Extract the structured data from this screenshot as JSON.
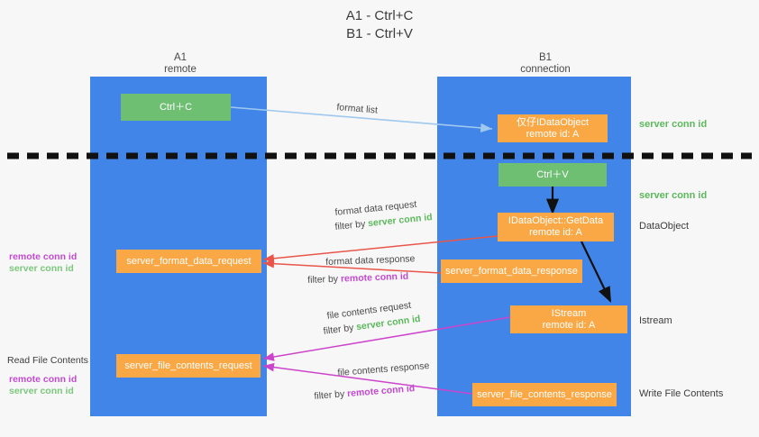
{
  "title": {
    "line1": "A1 - Ctrl+C",
    "line2": "B1 - Ctrl+V"
  },
  "lanes": [
    {
      "id": "a1",
      "name": "A1",
      "sub": "remote",
      "color": "#4285e8"
    },
    {
      "id": "b1",
      "name": "B1",
      "sub": "connection",
      "color": "#4285e8"
    }
  ],
  "boxes": {
    "ctrl_c": {
      "line1": "Ctrl＋C",
      "color": "#6fbf73"
    },
    "ctrl_v": {
      "line1": "Ctrl＋V",
      "color": "#6fbf73"
    },
    "idataobject": {
      "line1": "仅仔IDataObject",
      "line2": "remote id: A",
      "color": "#f9a845"
    },
    "getdata": {
      "line1": "IDataObject::GetData",
      "line2": "remote id: A",
      "color": "#f9a845"
    },
    "istream": {
      "line1": "IStream",
      "line2": "remote id: A",
      "color": "#f9a845"
    },
    "server_format_data_request": {
      "line1": "server_format_data_request",
      "color": "#f9a845"
    },
    "server_format_data_response": {
      "line1": "server_format_data_response",
      "color": "#f9a845"
    },
    "server_file_contents_request": {
      "line1": "server_file_contents_request",
      "color": "#f9a845"
    },
    "server_file_contents_response": {
      "line1": "server_file_contents_response",
      "color": "#f9a845"
    }
  },
  "edge_labels": {
    "format_list": "format list",
    "format_data_request": "format data request",
    "format_data_filter_prefix": "filter by",
    "format_data_filter_value": "server conn id",
    "format_data_response": "format data response",
    "format_data_response_filter_prefix": "filter by",
    "format_data_response_filter_value": "remote conn id",
    "file_contents_request": "file contents request",
    "file_contents_filter_prefix": "filter by",
    "file_contents_filter_value": "server conn id",
    "file_contents_response": "file contents response",
    "file_contents_response_filter_prefix": "filter by",
    "file_contents_response_filter_value": "remote conn id"
  },
  "right_labels": {
    "server_conn_id_top": "server conn id",
    "server_conn_id_second": "server conn id",
    "dataobject": "DataObject",
    "istream": "Istream",
    "write_file_contents": "Write File Contents"
  },
  "left_labels": {
    "group1_remote": "remote conn id",
    "group1_server": "server conn id",
    "read_file_contents": "Read File Contents",
    "group2_remote": "remote conn id",
    "group2_server": "server conn id"
  },
  "colors": {
    "lane": "#4285e8",
    "green_box": "#6fbf73",
    "orange_box": "#f9a845",
    "green_text": "#5cb85c",
    "purple_text": "#c34ad0",
    "red_arrow": "#e8564a",
    "magenta_arrow": "#cc44cc",
    "lightblue_arrow": "#9fc8ef",
    "black": "#000000",
    "background": "#f7f7f7"
  }
}
